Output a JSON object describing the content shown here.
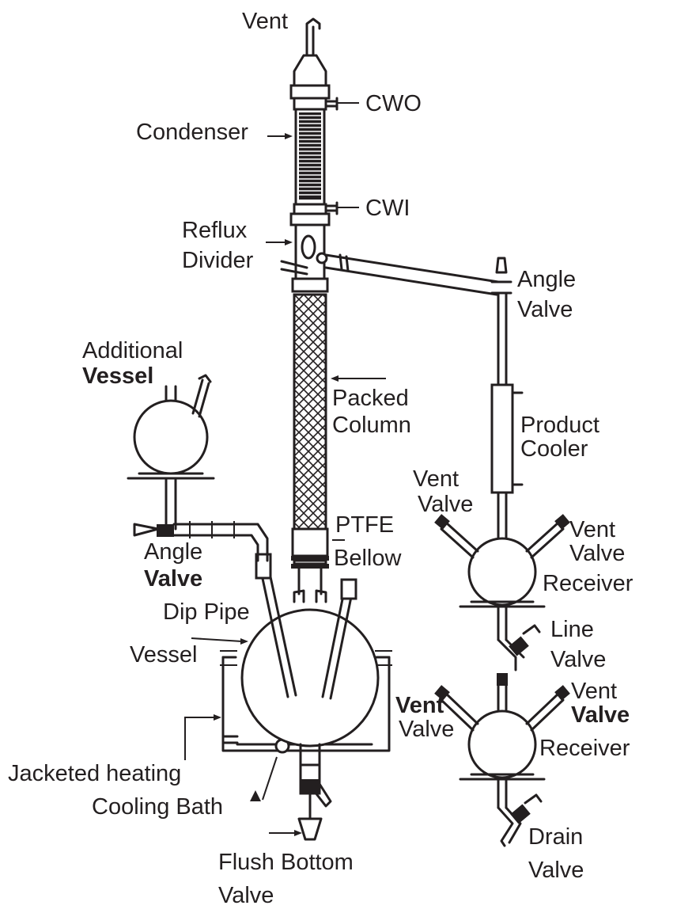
{
  "diagram": {
    "labels": {
      "vent_top": "Vent",
      "cwo": "CWO",
      "condenser": "Condenser",
      "cwi": "CWI",
      "reflux_1": "Reflux",
      "reflux_2": "Divider",
      "angle_valve_top_1": "Angle",
      "angle_valve_top_2": "Valve",
      "additional_1": "Additional",
      "additional_2": "Vessel",
      "packed_1": "Packed",
      "packed_2": "Column",
      "product_1": "Product",
      "product_2": "Cooler",
      "vent_valve_l1_1": "Vent",
      "vent_valve_l1_2": "Valve",
      "vent_valve_r1_1": "Vent",
      "vent_valve_r1_2": "Valve",
      "ptfe_1": "PTFE",
      "ptfe_2": "Bellow",
      "angle_valve_left_1": "Angle",
      "angle_valve_left_2": "Valve",
      "receiver_1": "Receiver",
      "dip_pipe": "Dip Pipe",
      "line_valve_1": "Line",
      "line_valve_2": "Valve",
      "vessel": "Vessel",
      "vent_valve_l2_1": "Vent",
      "vent_valve_l2_2": "Valve",
      "vent_valve_r2_1": "Vent",
      "vent_valve_r2_2": "Valve",
      "receiver_2": "Receiver",
      "jacketed_1": "Jacketed heating",
      "jacketed_2": "Cooling Bath",
      "drain_1": "Drain",
      "drain_2": "Valve",
      "flush_1": "Flush Bottom",
      "flush_2": "Valve"
    }
  }
}
